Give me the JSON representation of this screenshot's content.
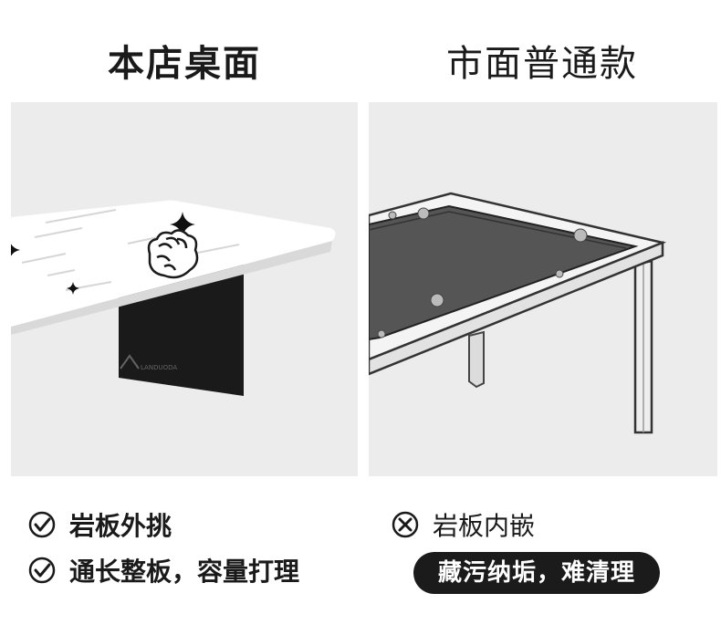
{
  "titles": {
    "left": "本店桌面",
    "right": "市面普通款"
  },
  "left_panel": {
    "watermark": "LANDUODA"
  },
  "features_left": [
    {
      "text": "岩板外挑",
      "icon": "check-circle-icon"
    },
    {
      "text": "通长整板，容量打理",
      "icon": "check-circle-icon"
    }
  ],
  "features_right": [
    {
      "text": "岩板内嵌",
      "icon": "cross-circle-icon"
    }
  ],
  "badge": {
    "text": "藏污纳垢，难清理"
  },
  "colors": {
    "panel_bg": "#ececec",
    "badge_bg": "#1b1b1b",
    "text": "#1a1a1a",
    "slab": "#ffffff",
    "leg": "#1a1a1a",
    "inset_top": "#555555"
  }
}
